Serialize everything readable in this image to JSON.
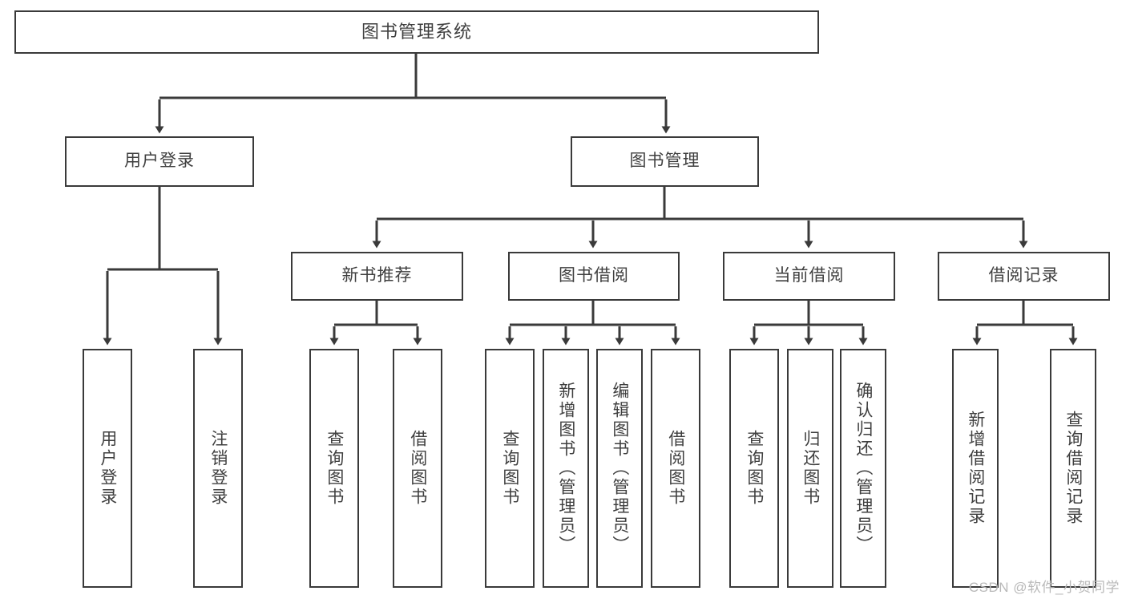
{
  "diagram": {
    "title": "图书管理系统",
    "type": "tree-hierarchy-diagram",
    "colors": {
      "box_border": "#3a3a3a",
      "box_fill": "#ffffff",
      "edge": "#3a3a3a",
      "text": "#3f3f3f",
      "watermark": "#b9b9b9",
      "background": "#ffffff"
    },
    "nodes": {
      "root": {
        "label": "图书管理系统"
      },
      "level2": [
        {
          "id": "user-login",
          "label": "用户登录"
        },
        {
          "id": "book-management",
          "label": "图书管理"
        }
      ],
      "level3": [
        {
          "id": "new-book-recommend",
          "label": "新书推荐"
        },
        {
          "id": "book-borrow",
          "label": "图书借阅"
        },
        {
          "id": "current-borrow",
          "label": "当前借阅"
        },
        {
          "id": "borrow-record",
          "label": "借阅记录"
        }
      ],
      "leaves": {
        "user_login": [
          {
            "id": "leaf-user-login",
            "label": "用户登录"
          },
          {
            "id": "leaf-logout-login",
            "label": "注销登录"
          }
        ],
        "new_book_recommend": [
          {
            "id": "leaf-query-book-1",
            "label": "查询图书"
          },
          {
            "id": "leaf-borrow-book-1",
            "label": "借阅图书"
          }
        ],
        "book_borrow": [
          {
            "id": "leaf-query-book-2",
            "label": "查询图书"
          },
          {
            "id": "leaf-add-book",
            "label": "新增图书（管理员）"
          },
          {
            "id": "leaf-edit-book",
            "label": "编辑图书（管理员）"
          },
          {
            "id": "leaf-borrow-book-2",
            "label": "借阅图书"
          }
        ],
        "current_borrow": [
          {
            "id": "leaf-query-book-3",
            "label": "查询图书"
          },
          {
            "id": "leaf-return-book",
            "label": "归还图书"
          },
          {
            "id": "leaf-confirm-return",
            "label": "确认归还（管理员）"
          }
        ],
        "borrow_record": [
          {
            "id": "leaf-add-record",
            "label": "新增借阅记录"
          },
          {
            "id": "leaf-query-record",
            "label": "查询借阅记录"
          }
        ]
      }
    },
    "watermark": "CSDN @软件_小贺同学"
  }
}
